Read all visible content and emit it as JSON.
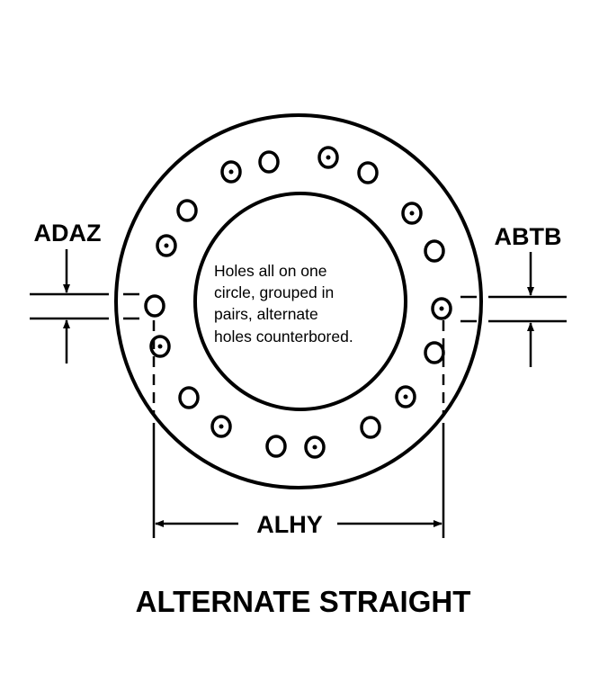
{
  "title": "ALTERNATE STRAIGHT",
  "note_lines": [
    "Holes all on one",
    "circle, grouped in",
    "pairs, alternate",
    "holes counterbored."
  ],
  "dimensions": {
    "left": "ADAZ",
    "right": "ABTB",
    "bottom": "ALHY"
  },
  "holes": {
    "total": 18,
    "counterbored_count": 9
  }
}
